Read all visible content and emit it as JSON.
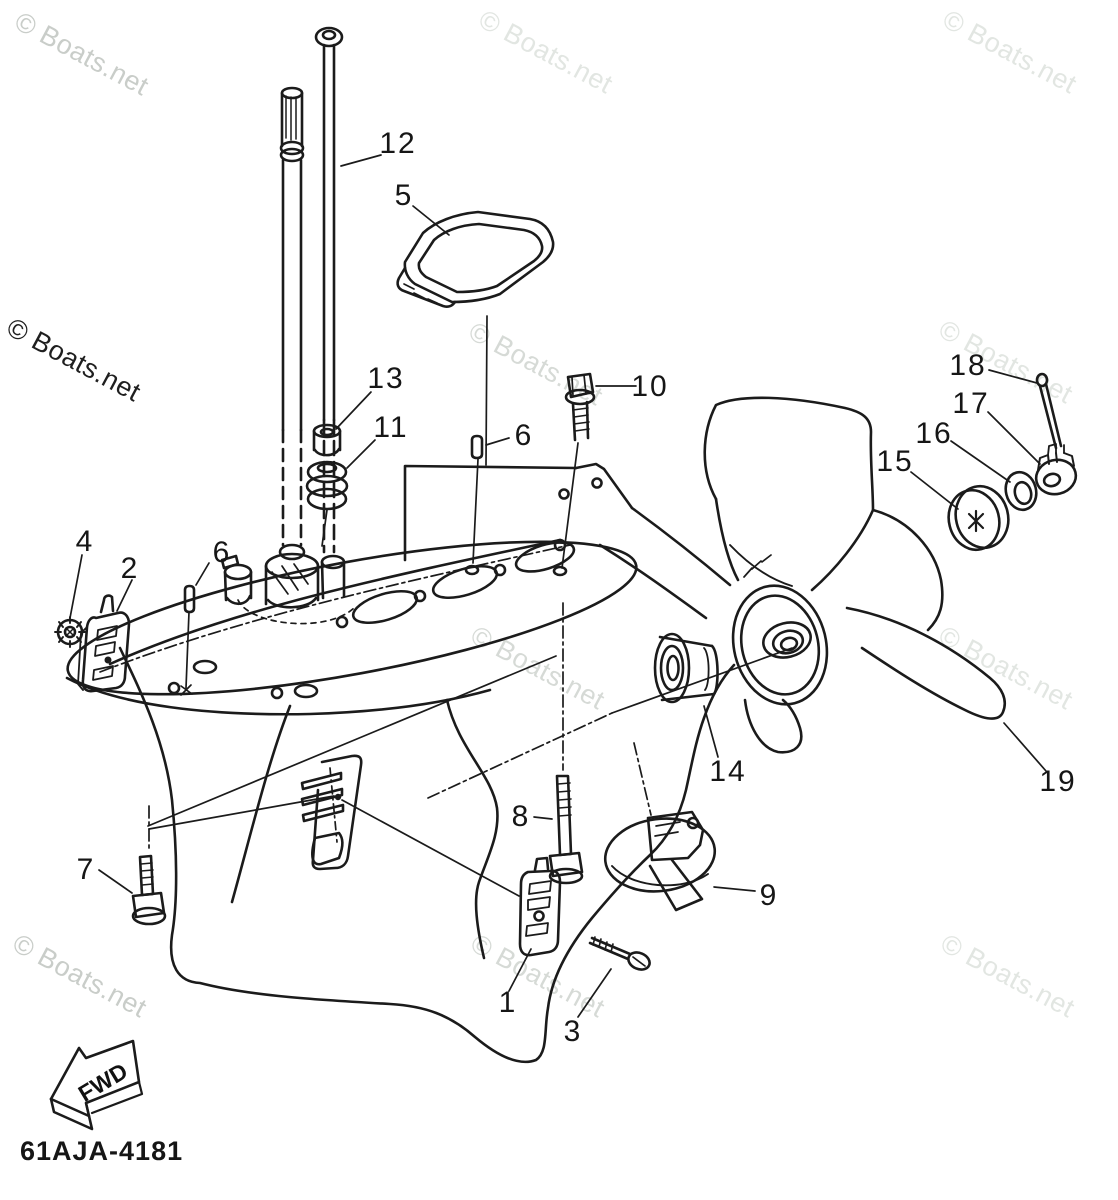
{
  "diagram": {
    "code": "61AJA-4181",
    "watermark_text": "© Boats.net",
    "fwd_label": "FWD",
    "colors": {
      "background": "#ffffff",
      "ink": "#1a1a1a",
      "watermark_light": "#e2e6e2",
      "watermark_medium": "#c9cdc9",
      "watermark_dark": "#1f1f1f"
    },
    "callouts": [
      {
        "num": "1"
      },
      {
        "num": "2"
      },
      {
        "num": "3"
      },
      {
        "num": "4"
      },
      {
        "num": "5"
      },
      {
        "num": "6"
      },
      {
        "num": "6"
      },
      {
        "num": "7"
      },
      {
        "num": "8"
      },
      {
        "num": "9"
      },
      {
        "num": "10"
      },
      {
        "num": "11"
      },
      {
        "num": "12"
      },
      {
        "num": "13"
      },
      {
        "num": "14"
      },
      {
        "num": "15"
      },
      {
        "num": "16"
      },
      {
        "num": "17"
      },
      {
        "num": "18"
      },
      {
        "num": "19"
      }
    ]
  }
}
